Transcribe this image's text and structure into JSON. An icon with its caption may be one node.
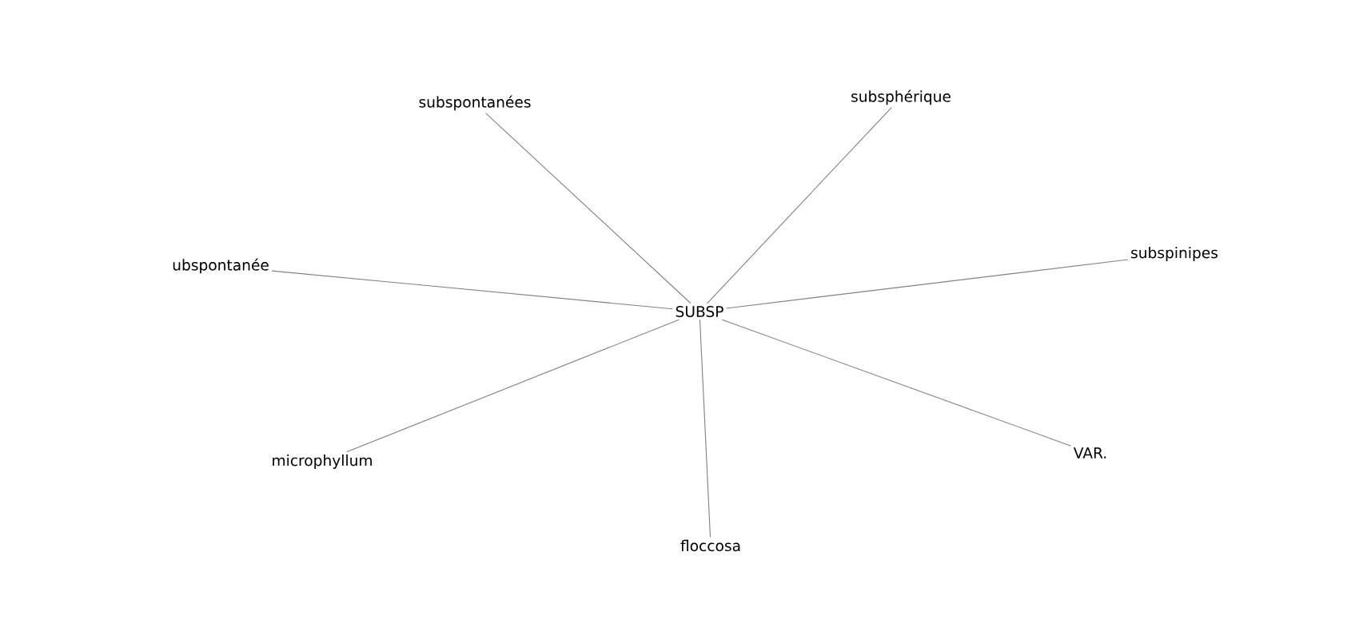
{
  "diagram": {
    "nodes": [
      {
        "text": [
          "subspontanées"
        ]
      },
      {
        "text": [
          "subsphérique"
        ]
      },
      {
        "text": [
          "ubspontanée"
        ]
      },
      {
        "text": [
          "subspinipes"
        ]
      },
      {
        "text": [
          "SUBSP"
        ]
      },
      {
        "text": [
          "microphyllum"
        ]
      },
      {
        "text": [
          "VAR."
        ]
      },
      {
        "text": [
          "floccosa"
        ]
      }
    ],
    "edges": [
      {
        "from": 4,
        "to": 0,
        "arrow": "none"
      },
      {
        "from": 4,
        "to": 1,
        "arrow": "none"
      },
      {
        "from": 4,
        "to": 2,
        "arrow": "none"
      },
      {
        "from": 4,
        "to": 3,
        "arrow": "none"
      },
      {
        "from": 4,
        "to": 5,
        "arrow": "none"
      },
      {
        "from": 4,
        "to": 6,
        "arrow": "none"
      },
      {
        "from": 4,
        "to": 7,
        "arrow": "none"
      }
    ]
  }
}
